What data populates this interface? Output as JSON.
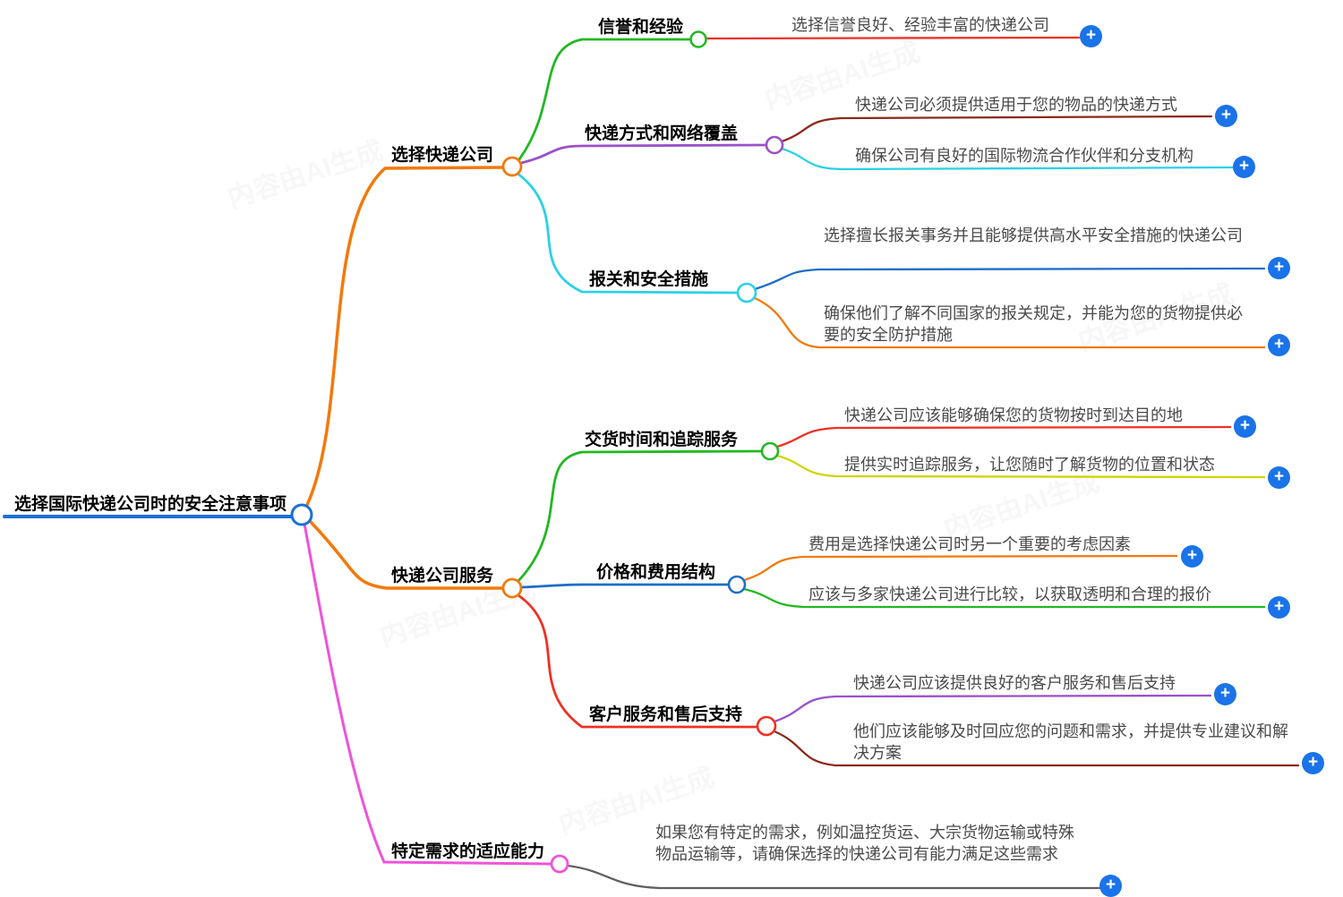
{
  "ui": {
    "add_button_glyph": "+"
  },
  "watermark": "内容由AI生成",
  "colors": {
    "rootBlue": "#1b6fd8",
    "plusBlue": "#1a73e8",
    "orange": "#f2790b",
    "green": "#22b822",
    "red": "#ee3124",
    "purple": "#9b51c8",
    "maroon": "#8a2a1c",
    "cyan": "#2ad1e8",
    "blue2": "#1e6ec8",
    "yellow": "#d0d400",
    "magenta": "#ef53d8",
    "gray": "#5f5f5f",
    "white": "#ffffff"
  },
  "mindmap": {
    "root": {
      "label": "选择国际快递公司时的安全注意事项"
    },
    "branches": [
      {
        "label": "选择快递公司",
        "children": [
          {
            "label": "信誉和经验",
            "leaves": [
              "选择信誉良好、经验丰富的快递公司"
            ]
          },
          {
            "label": "快递方式和网络覆盖",
            "leaves": [
              "快递公司必须提供适用于您的物品的快递方式",
              "确保公司有良好的国际物流合作伙伴和分支机构"
            ]
          },
          {
            "label": "报关和安全措施",
            "leaves": [
              "选择擅长报关事务并且能够提供高水平安全措施的快递公司",
              "确保他们了解不同国家的报关规定，并能为您的货物提供必要的安全防护措施"
            ]
          }
        ]
      },
      {
        "label": "快递公司服务",
        "children": [
          {
            "label": "交货时间和追踪服务",
            "leaves": [
              "快递公司应该能够确保您的货物按时到达目的地",
              "提供实时追踪服务，让您随时了解货物的位置和状态"
            ]
          },
          {
            "label": "价格和费用结构",
            "leaves": [
              "费用是选择快递公司时另一个重要的考虑因素",
              "应该与多家快递公司进行比较，以获取透明和合理的报价"
            ]
          },
          {
            "label": "客户服务和售后支持",
            "leaves": [
              "快递公司应该提供良好的客户服务和售后支持",
              "他们应该能够及时回应您的问题和需求，并提供专业建议和解决方案"
            ]
          }
        ]
      },
      {
        "label": "特定需求的适应能力",
        "children": [],
        "leaves": [
          "如果您有特定的需求，例如温控货运、大宗货物运输或特殊物品运输等，请确保选择的快递公司有能力满足这些需求"
        ]
      }
    ]
  }
}
